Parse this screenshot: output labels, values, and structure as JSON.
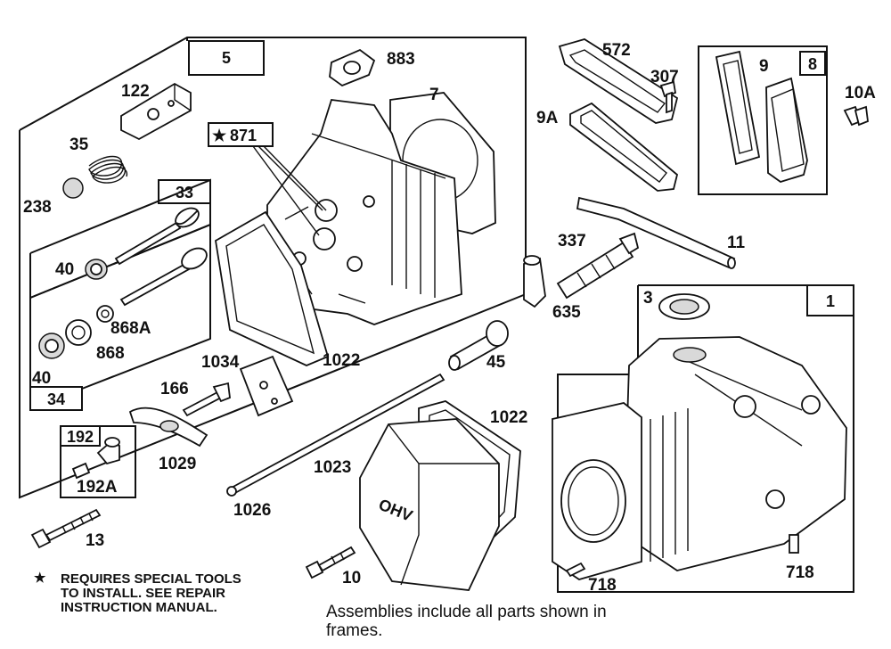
{
  "frames": {
    "cylinder_head": "5",
    "intake_valve": "33",
    "exhaust_valve": "34",
    "breather": "8",
    "cylinder": "1",
    "fitting": "192"
  },
  "labels": {
    "p122": "122",
    "p35": "35",
    "p238": "238",
    "p40a": "40",
    "p40b": "40",
    "p868A": "868A",
    "p868": "868",
    "p883": "883",
    "p7": "7",
    "p871": "871",
    "p1022a": "1022",
    "p1034": "1034",
    "p166": "166",
    "p1029": "1029",
    "p192A": "192A",
    "p13": "13",
    "p572": "572",
    "p307": "307",
    "p9A": "9A",
    "p9": "9",
    "p10A": "10A",
    "p337": "337",
    "p11": "11",
    "p635": "635",
    "p3": "3",
    "p45": "45",
    "p1022b": "1022",
    "p1023": "1023",
    "p1026": "1026",
    "p10": "10",
    "p718a": "718",
    "p718b": "718",
    "ohv": "OHV"
  },
  "icons": {
    "special_tool": "★"
  },
  "notes": {
    "special_tools_line1": "REQUIRES SPECIAL TOOLS",
    "special_tools_line2": "TO INSTALL.  SEE REPAIR",
    "special_tools_line3": "INSTRUCTION MANUAL.",
    "assemblies_line1": "Assemblies include all parts shown in",
    "assemblies_line2": "frames."
  }
}
